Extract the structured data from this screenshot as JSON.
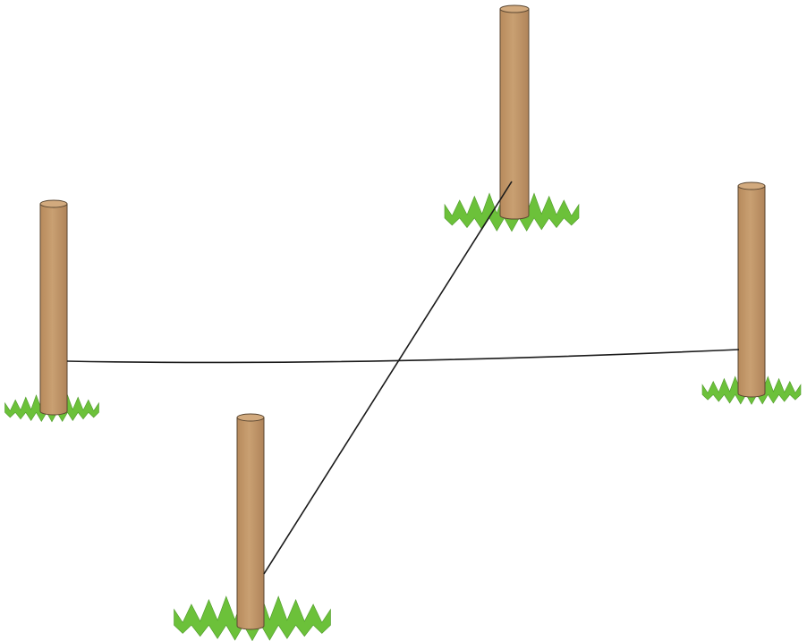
{
  "colors": {
    "background": "#ffffff",
    "post_fill": "#c49a6c",
    "post_stroke": "#5a4630",
    "post_top": "#d2aa7e",
    "grass": "#6cc13a",
    "grass_dark": "#4f9a2a",
    "string": "#1a1a1a"
  },
  "posts": [
    {
      "name": "post-left",
      "icon": "wooden-post"
    },
    {
      "name": "post-top",
      "icon": "wooden-post"
    },
    {
      "name": "post-right",
      "icon": "wooden-post"
    },
    {
      "name": "post-bottom",
      "icon": "wooden-post"
    }
  ],
  "strings": [
    {
      "name": "string-left-right",
      "from": "post-left",
      "to": "post-right"
    },
    {
      "name": "string-bottom-top",
      "from": "post-bottom",
      "to": "post-top"
    }
  ]
}
